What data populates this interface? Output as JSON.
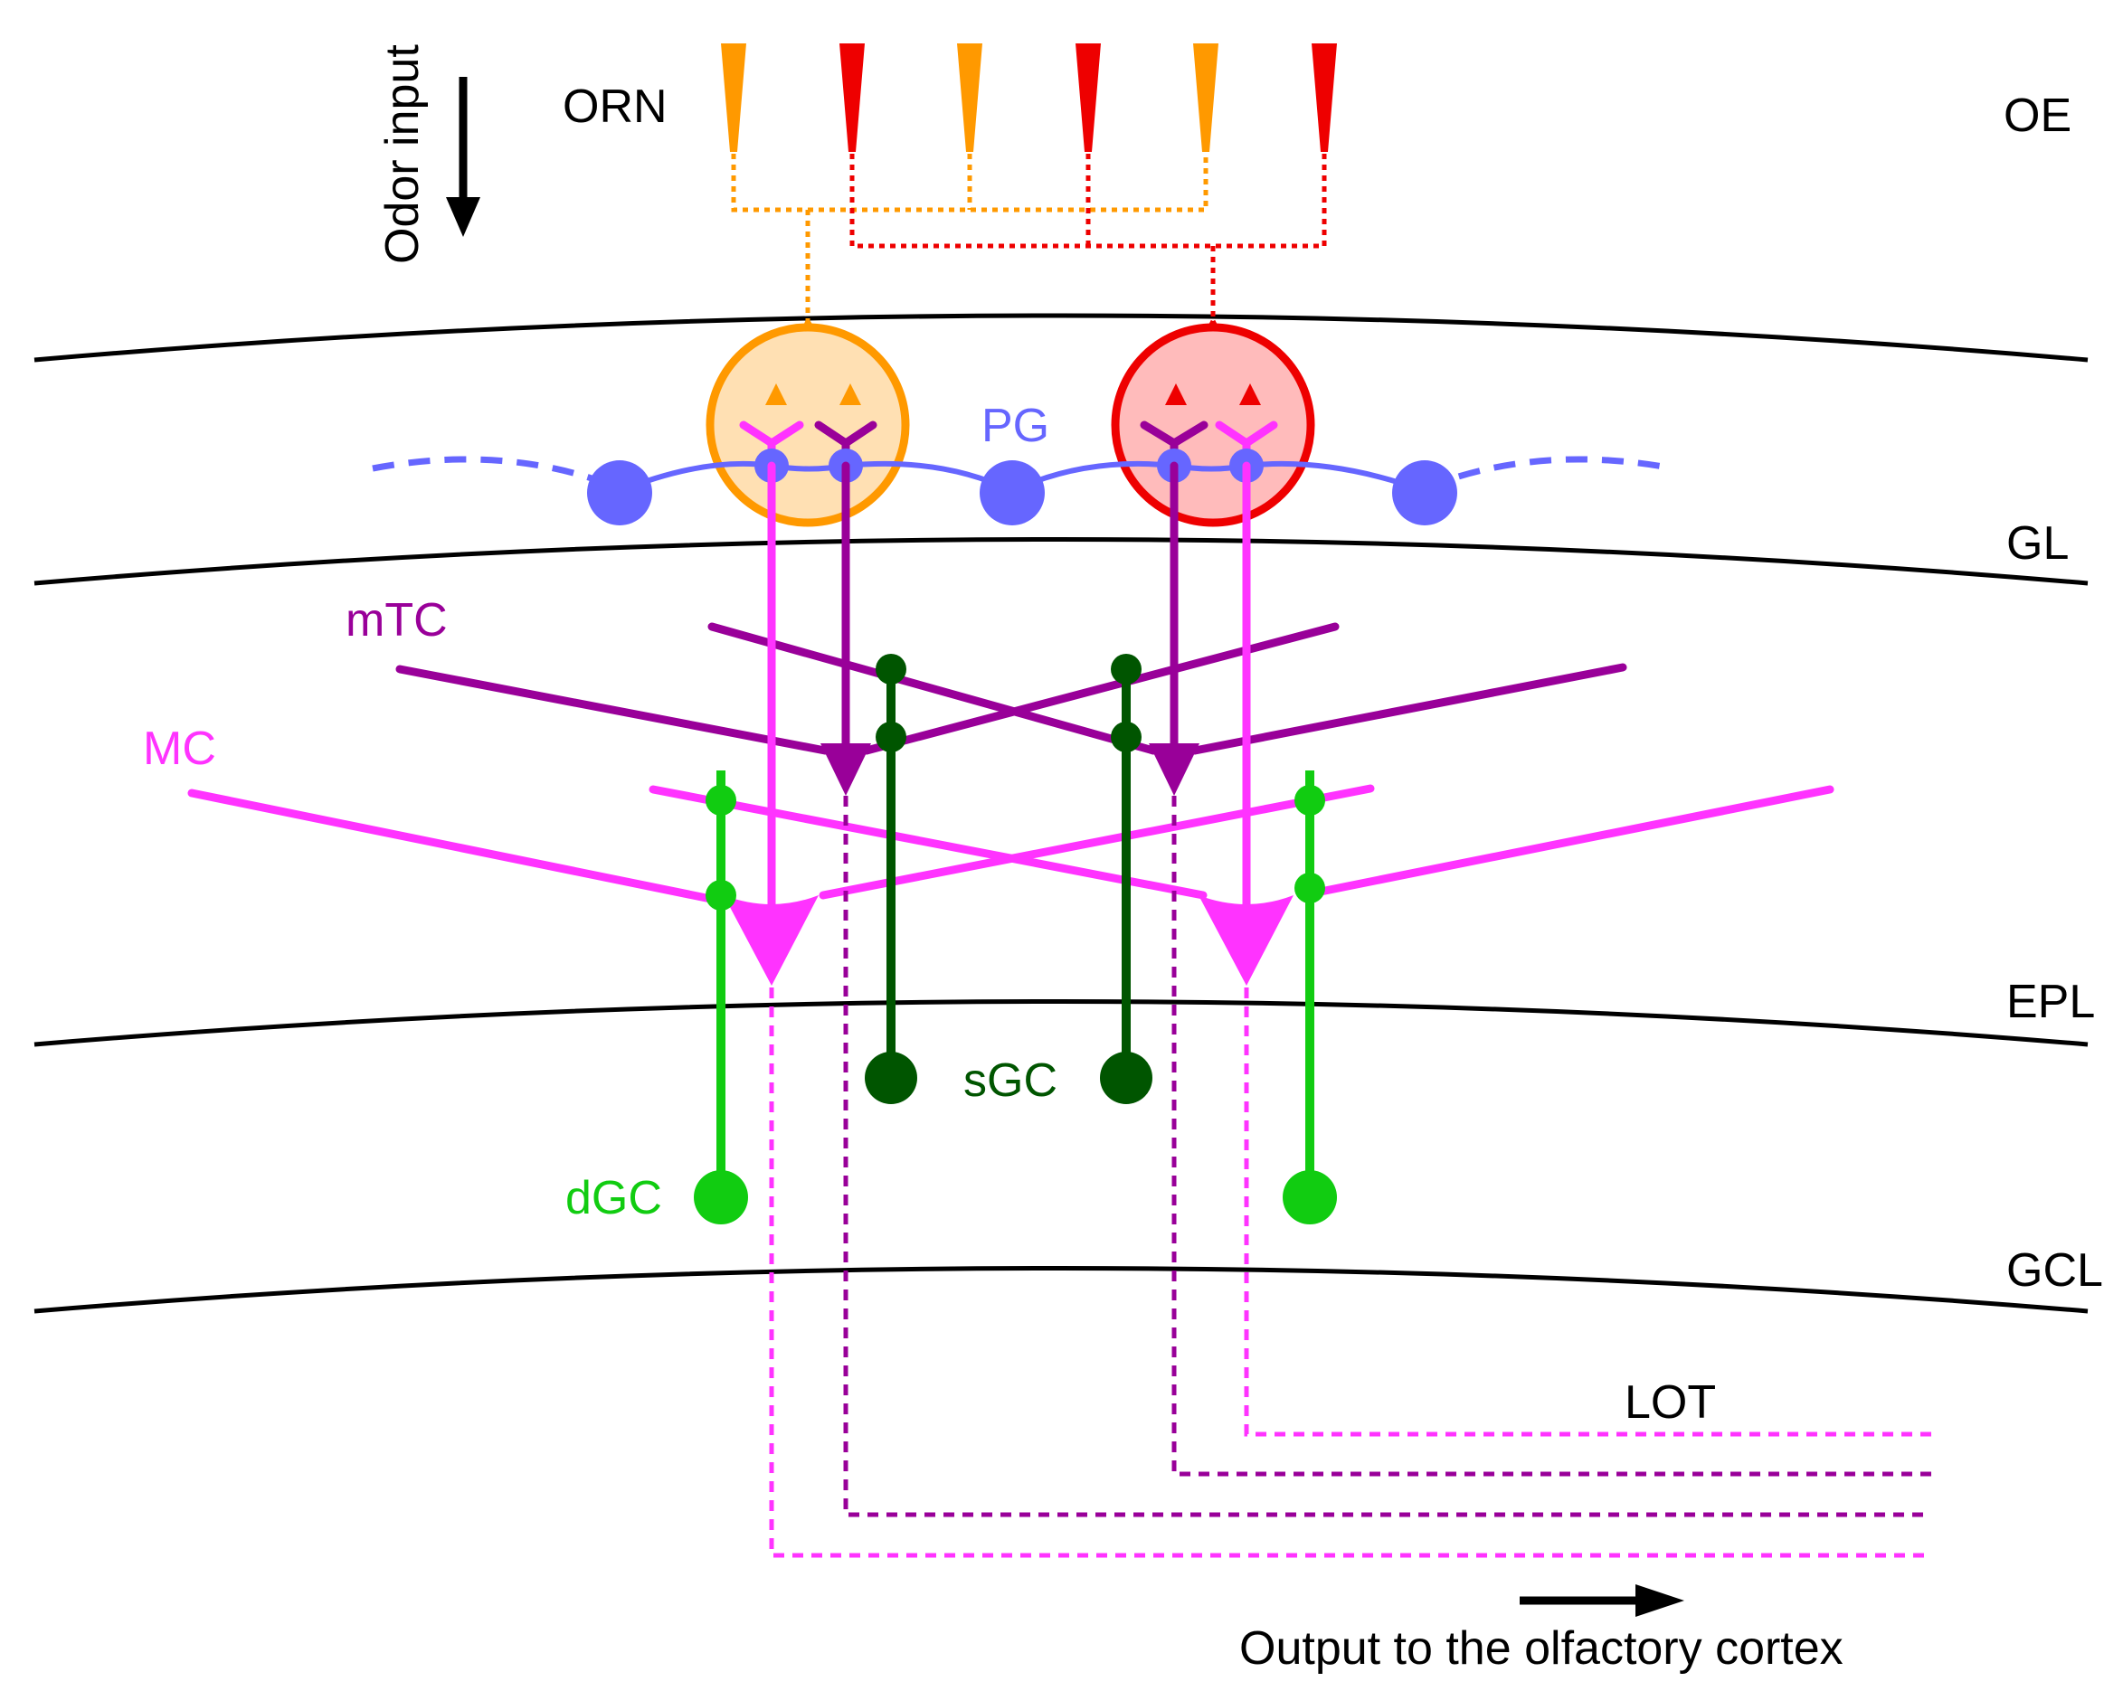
{
  "labels": {
    "odor_input": "Odor input",
    "orn": "ORN",
    "pg": "PG",
    "mtc": "mTC",
    "mc": "MC",
    "sgc": "sGC",
    "dgc": "dGC",
    "lot": "LOT",
    "output": "Output to the olfactory cortex"
  },
  "layers": [
    "OE",
    "GL",
    "EPL",
    "GCL"
  ],
  "colors": {
    "orange": "#ff9900",
    "red": "#ee0000",
    "pg_blue": "#6666ff",
    "mtc_purple": "#990099",
    "mc_magenta": "#ff33ff",
    "sgc_darkgreen": "#005500",
    "dgc_green": "#11cc11",
    "orange_glom_fill": "#ffe0b3",
    "red_glom_fill": "#ffbbbb"
  }
}
